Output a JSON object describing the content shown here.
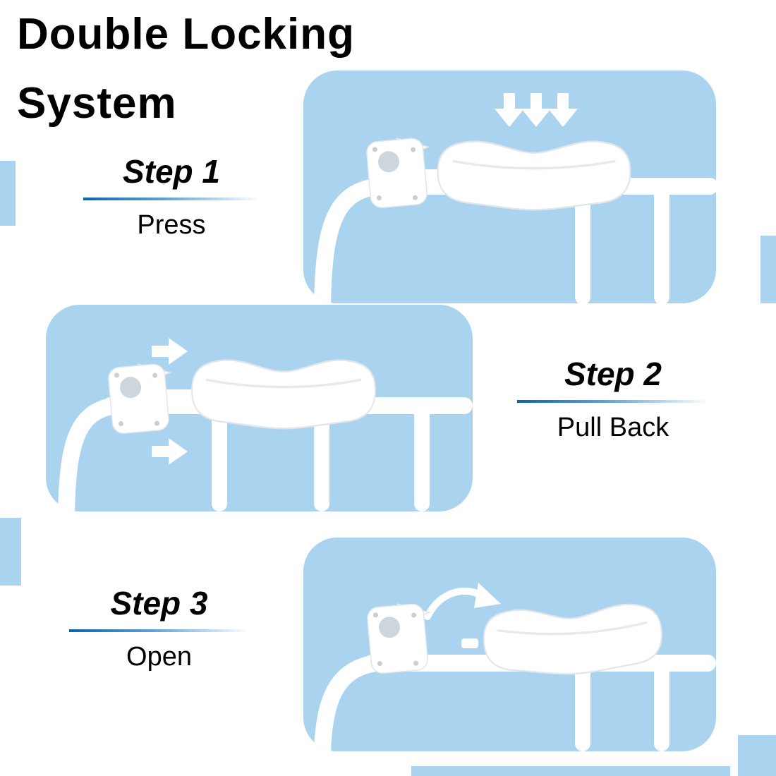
{
  "title": {
    "line1": "Double Locking",
    "line2": "System"
  },
  "steps": [
    {
      "label": "Step 1",
      "action": "Press"
    },
    {
      "label": "Step 2",
      "action": "Pull Back"
    },
    {
      "label": "Step 3",
      "action": "Open"
    }
  ],
  "icons": {
    "step1": "triple-down-arrow",
    "step2": "double-right-arrow",
    "step3": "curved-swing-arrow"
  },
  "colors": {
    "panel_blue": "#a9d3ee",
    "underline_blue": "#0a65ad",
    "text": "#000000",
    "illustration_white": "#ffffff"
  }
}
